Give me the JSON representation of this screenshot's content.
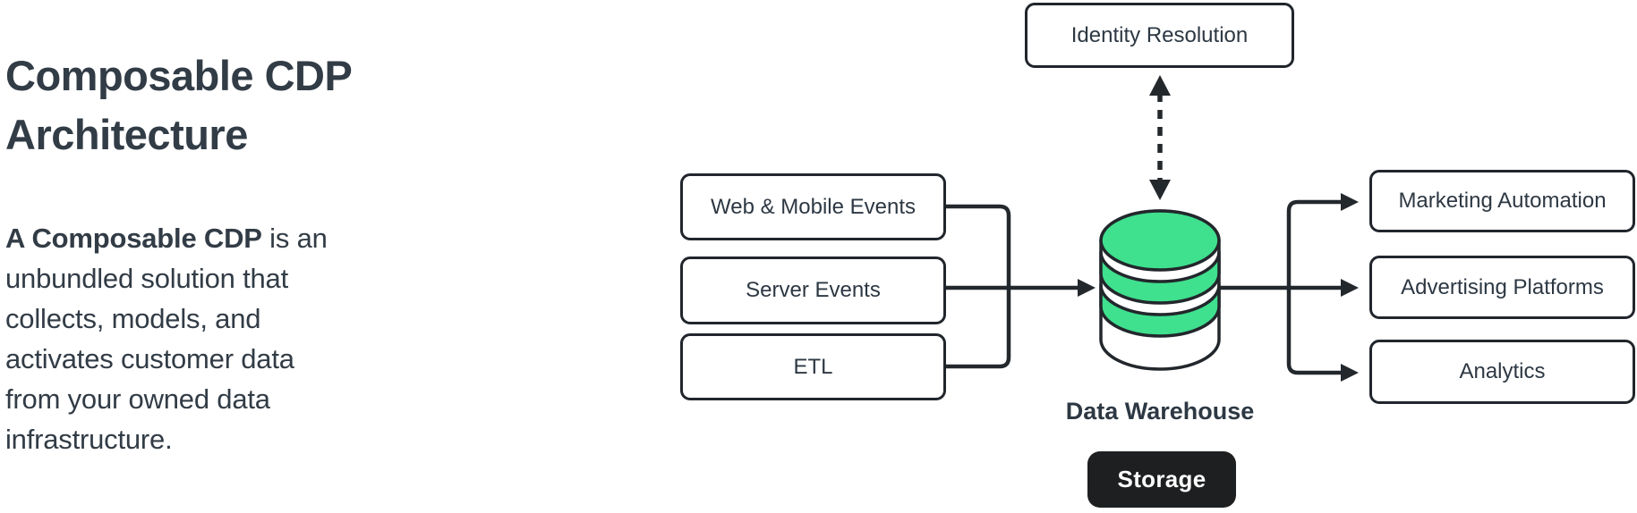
{
  "colors": {
    "background": "#ffffff",
    "text": "#323c46",
    "node_text": "#2d3843",
    "line": "#23282d",
    "box_border": "#21262c",
    "accent_green": "#3fe08e",
    "storage_bg": "#1e1f20",
    "storage_text": "#ffffff"
  },
  "intro": {
    "title_lines": [
      "Composable CDP",
      "Architecture"
    ],
    "paragraph": {
      "lead_bold": "A Composable CDP",
      "line1_rest": " is an",
      "lines": [
        "unbundled solution that",
        "collects, models, and",
        "activates customer data",
        "from your owned data",
        "infrastructure."
      ]
    }
  },
  "diagram": {
    "identity": {
      "label": "Identity Resolution"
    },
    "sources": [
      {
        "label": "Web & Mobile Events"
      },
      {
        "label": "Server Events"
      },
      {
        "label": "ETL"
      }
    ],
    "warehouse": {
      "label": "Data Warehouse",
      "badge": "Storage",
      "icon": "database-cylinder"
    },
    "destinations": [
      {
        "label": "Marketing Automation"
      },
      {
        "label": "Advertising Platforms"
      },
      {
        "label": "Analytics"
      }
    ]
  }
}
